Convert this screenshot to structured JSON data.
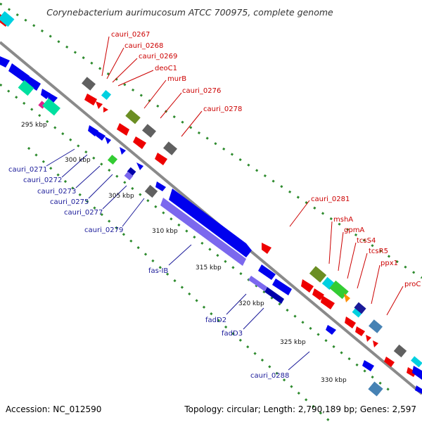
{
  "title": "Corynebacterium aurimucosum ATCC 700975, complete genome",
  "footer": {
    "accession": "Accession: NC_012590",
    "info": "Topology: circular; Length: 2,790,189 bp; Genes: 2,597"
  },
  "kbp_ticks": [
    "295 kbp",
    "300 kbp",
    "305 kbp",
    "310 kbp",
    "315 kbp",
    "320 kbp",
    "325 kbp",
    "330 kbp"
  ],
  "labels_red": [
    "cauri_0267",
    "cauri_0268",
    "cauri_0269",
    "deoC1",
    "murB",
    "cauri_0276",
    "cauri_0278",
    "cauri_0281",
    "mshA",
    "gpmA",
    "tcsS4",
    "tcsR5",
    "ppx1",
    "proC"
  ],
  "labels_blue": [
    "cauri_0271",
    "cauri_0272",
    "cauri_0273",
    "cauri_0275",
    "cauri_0277",
    "cauri_0279",
    "fas-IB",
    "fadD2",
    "fadD3",
    "cauri_0288"
  ],
  "colors": {
    "forward_gene": "#ee0000",
    "reverse_gene": "#0000ee",
    "fas_gene": "#7b68ee",
    "hypothetical": "#606060",
    "olive": "#6b8e23",
    "cyan": "#00d0e0",
    "green": "#33cc33",
    "backbone": "#8a8a8a",
    "dots": "#2e8b2e"
  }
}
